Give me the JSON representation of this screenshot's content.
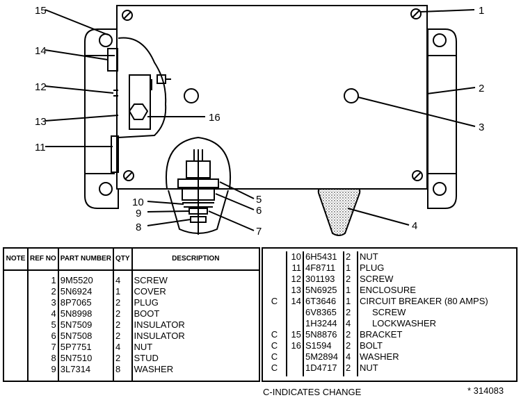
{
  "callouts": [
    "1",
    "2",
    "3",
    "4",
    "5",
    "6",
    "7",
    "8",
    "9",
    "10",
    "11",
    "12",
    "13",
    "14",
    "15",
    "16"
  ],
  "left_table": {
    "headers": {
      "note": "NOTE",
      "ref": "REF NO",
      "part": "PART NUMBER",
      "qty": "QTY",
      "desc": "DESCRIPTION"
    },
    "rows": [
      {
        "note": "",
        "ref": "1",
        "part": "9M5520",
        "qty": "4",
        "desc": "SCREW"
      },
      {
        "note": "",
        "ref": "2",
        "part": "5N6924",
        "qty": "1",
        "desc": "COVER"
      },
      {
        "note": "",
        "ref": "3",
        "part": "8P7065",
        "qty": "2",
        "desc": "PLUG"
      },
      {
        "note": "",
        "ref": "4",
        "part": "5N8998",
        "qty": "2",
        "desc": "BOOT"
      },
      {
        "note": "",
        "ref": "5",
        "part": "5N7509",
        "qty": "2",
        "desc": "INSULATOR"
      },
      {
        "note": "",
        "ref": "6",
        "part": "5N7508",
        "qty": "2",
        "desc": "INSULATOR"
      },
      {
        "note": "",
        "ref": "7",
        "part": "5P7751",
        "qty": "4",
        "desc": "NUT"
      },
      {
        "note": "",
        "ref": "8",
        "part": "5N7510",
        "qty": "2",
        "desc": "STUD"
      },
      {
        "note": "",
        "ref": "9",
        "part": "3L7314",
        "qty": "8",
        "desc": "WASHER"
      }
    ]
  },
  "right_table": {
    "rows": [
      {
        "note": "",
        "ref": "10",
        "part": "6H5431",
        "qty": "2",
        "desc": "NUT",
        "indent": false
      },
      {
        "note": "",
        "ref": "11",
        "part": "4F8711",
        "qty": "1",
        "desc": "PLUG",
        "indent": false
      },
      {
        "note": "",
        "ref": "12",
        "part": "301193",
        "qty": "2",
        "desc": "SCREW",
        "indent": false
      },
      {
        "note": "",
        "ref": "13",
        "part": "5N6925",
        "qty": "1",
        "desc": "ENCLOSURE",
        "indent": false
      },
      {
        "note": "C",
        "ref": "14",
        "part": "6T3646",
        "qty": "1",
        "desc": "CIRCUIT BREAKER (80 AMPS)",
        "indent": false
      },
      {
        "note": "",
        "ref": "",
        "part": "6V8365",
        "qty": "2",
        "desc": "SCREW",
        "indent": true
      },
      {
        "note": "",
        "ref": "",
        "part": "1H3244",
        "qty": "4",
        "desc": "LOCKWASHER",
        "indent": true
      },
      {
        "note": "C",
        "ref": "15",
        "part": "5N8876",
        "qty": "2",
        "desc": "BRACKET",
        "indent": false
      },
      {
        "note": "C",
        "ref": "16",
        "part": "S1594",
        "qty": "2",
        "desc": "BOLT",
        "indent": false
      },
      {
        "note": "C",
        "ref": "",
        "part": "5M2894",
        "qty": "4",
        "desc": "WASHER",
        "indent": false
      },
      {
        "note": "C",
        "ref": "",
        "part": "1D4717",
        "qty": "2",
        "desc": "NUT",
        "indent": false
      }
    ]
  },
  "footer": {
    "legend": "C-INDICATES CHANGE",
    "ref_number": "* 314083"
  }
}
